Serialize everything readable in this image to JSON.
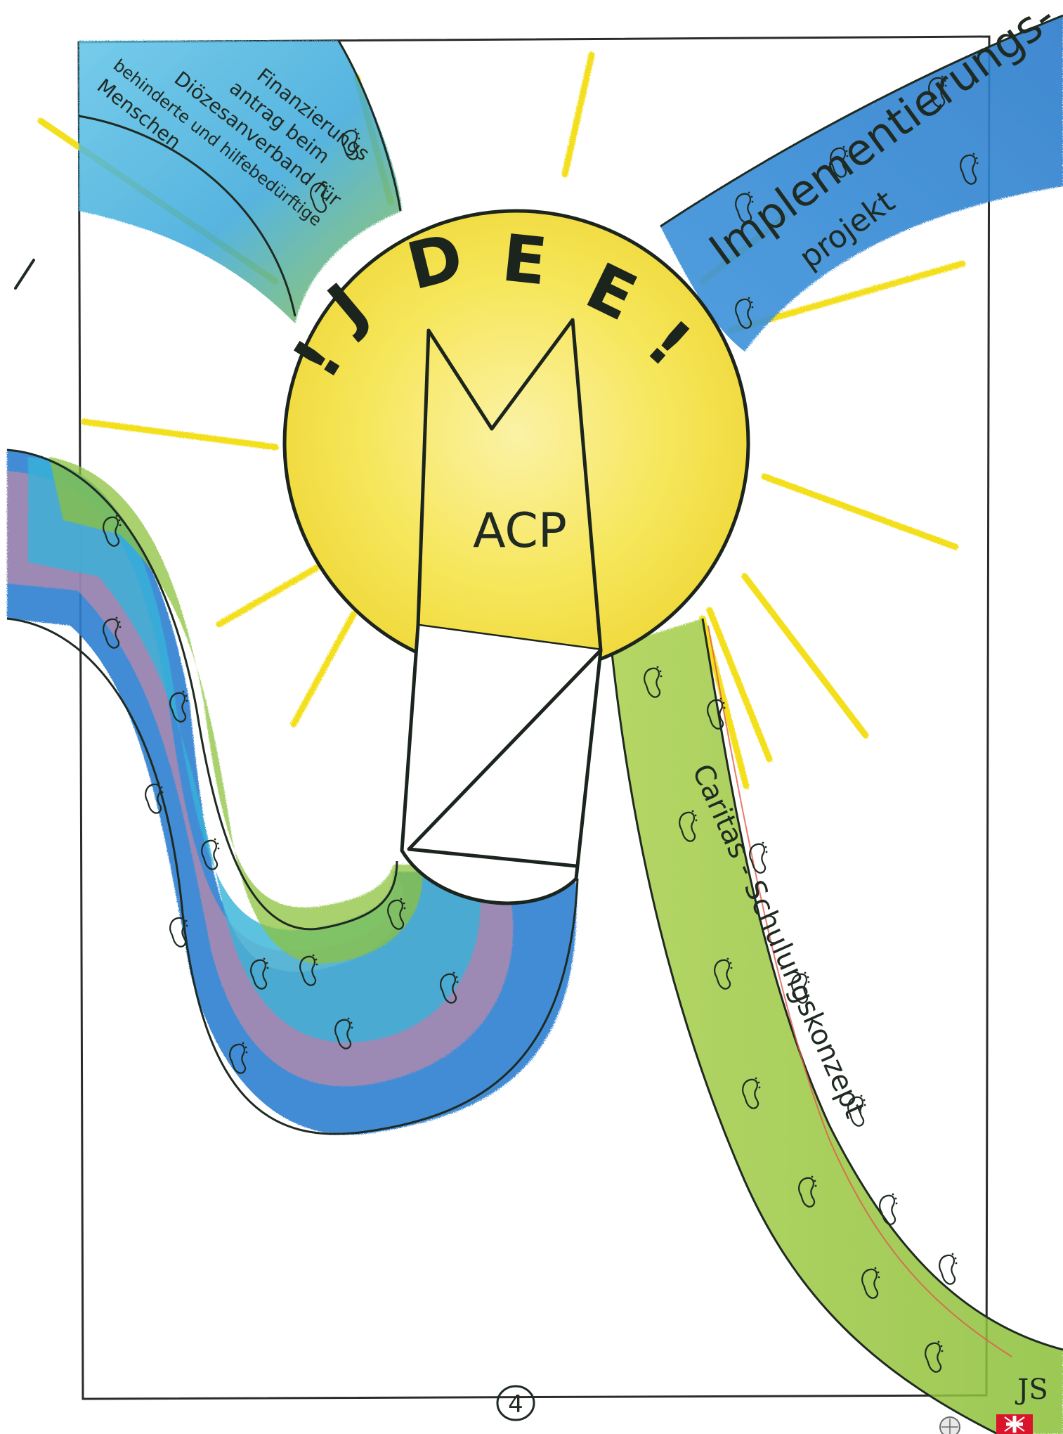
{
  "sun": {
    "title": "!IDEE!",
    "label": "ACP"
  },
  "paths": {
    "top_left": "Finanzierungsantrag beim Diözesanverband für behinderte und hilfebedürftige Menschen",
    "top_left_lines": [
      "Finanzierungs",
      "antrag beim",
      "Diözesanverband für",
      "behinderte und hilfebedürftige",
      "Menschen"
    ],
    "top_right_line1": "Implementierungs-",
    "top_right_line2": "projekt",
    "right": "Caritas - Schulungskonzept"
  },
  "page_number": "4",
  "signature": "JS",
  "colors": {
    "sun_yellow": "#f6e65a",
    "ray_yellow": "#f3df1c",
    "path_blue": "#2f7fd0",
    "path_cyan": "#36b3d8",
    "path_green": "#8cc23e",
    "path_pink": "#e6899a",
    "ink": "#1f2a22",
    "frame": "#2b2b2b"
  },
  "icons": {
    "footprints": "footprint-icon",
    "logos": [
      "globe-logo",
      "caritas-cross-logo"
    ]
  }
}
